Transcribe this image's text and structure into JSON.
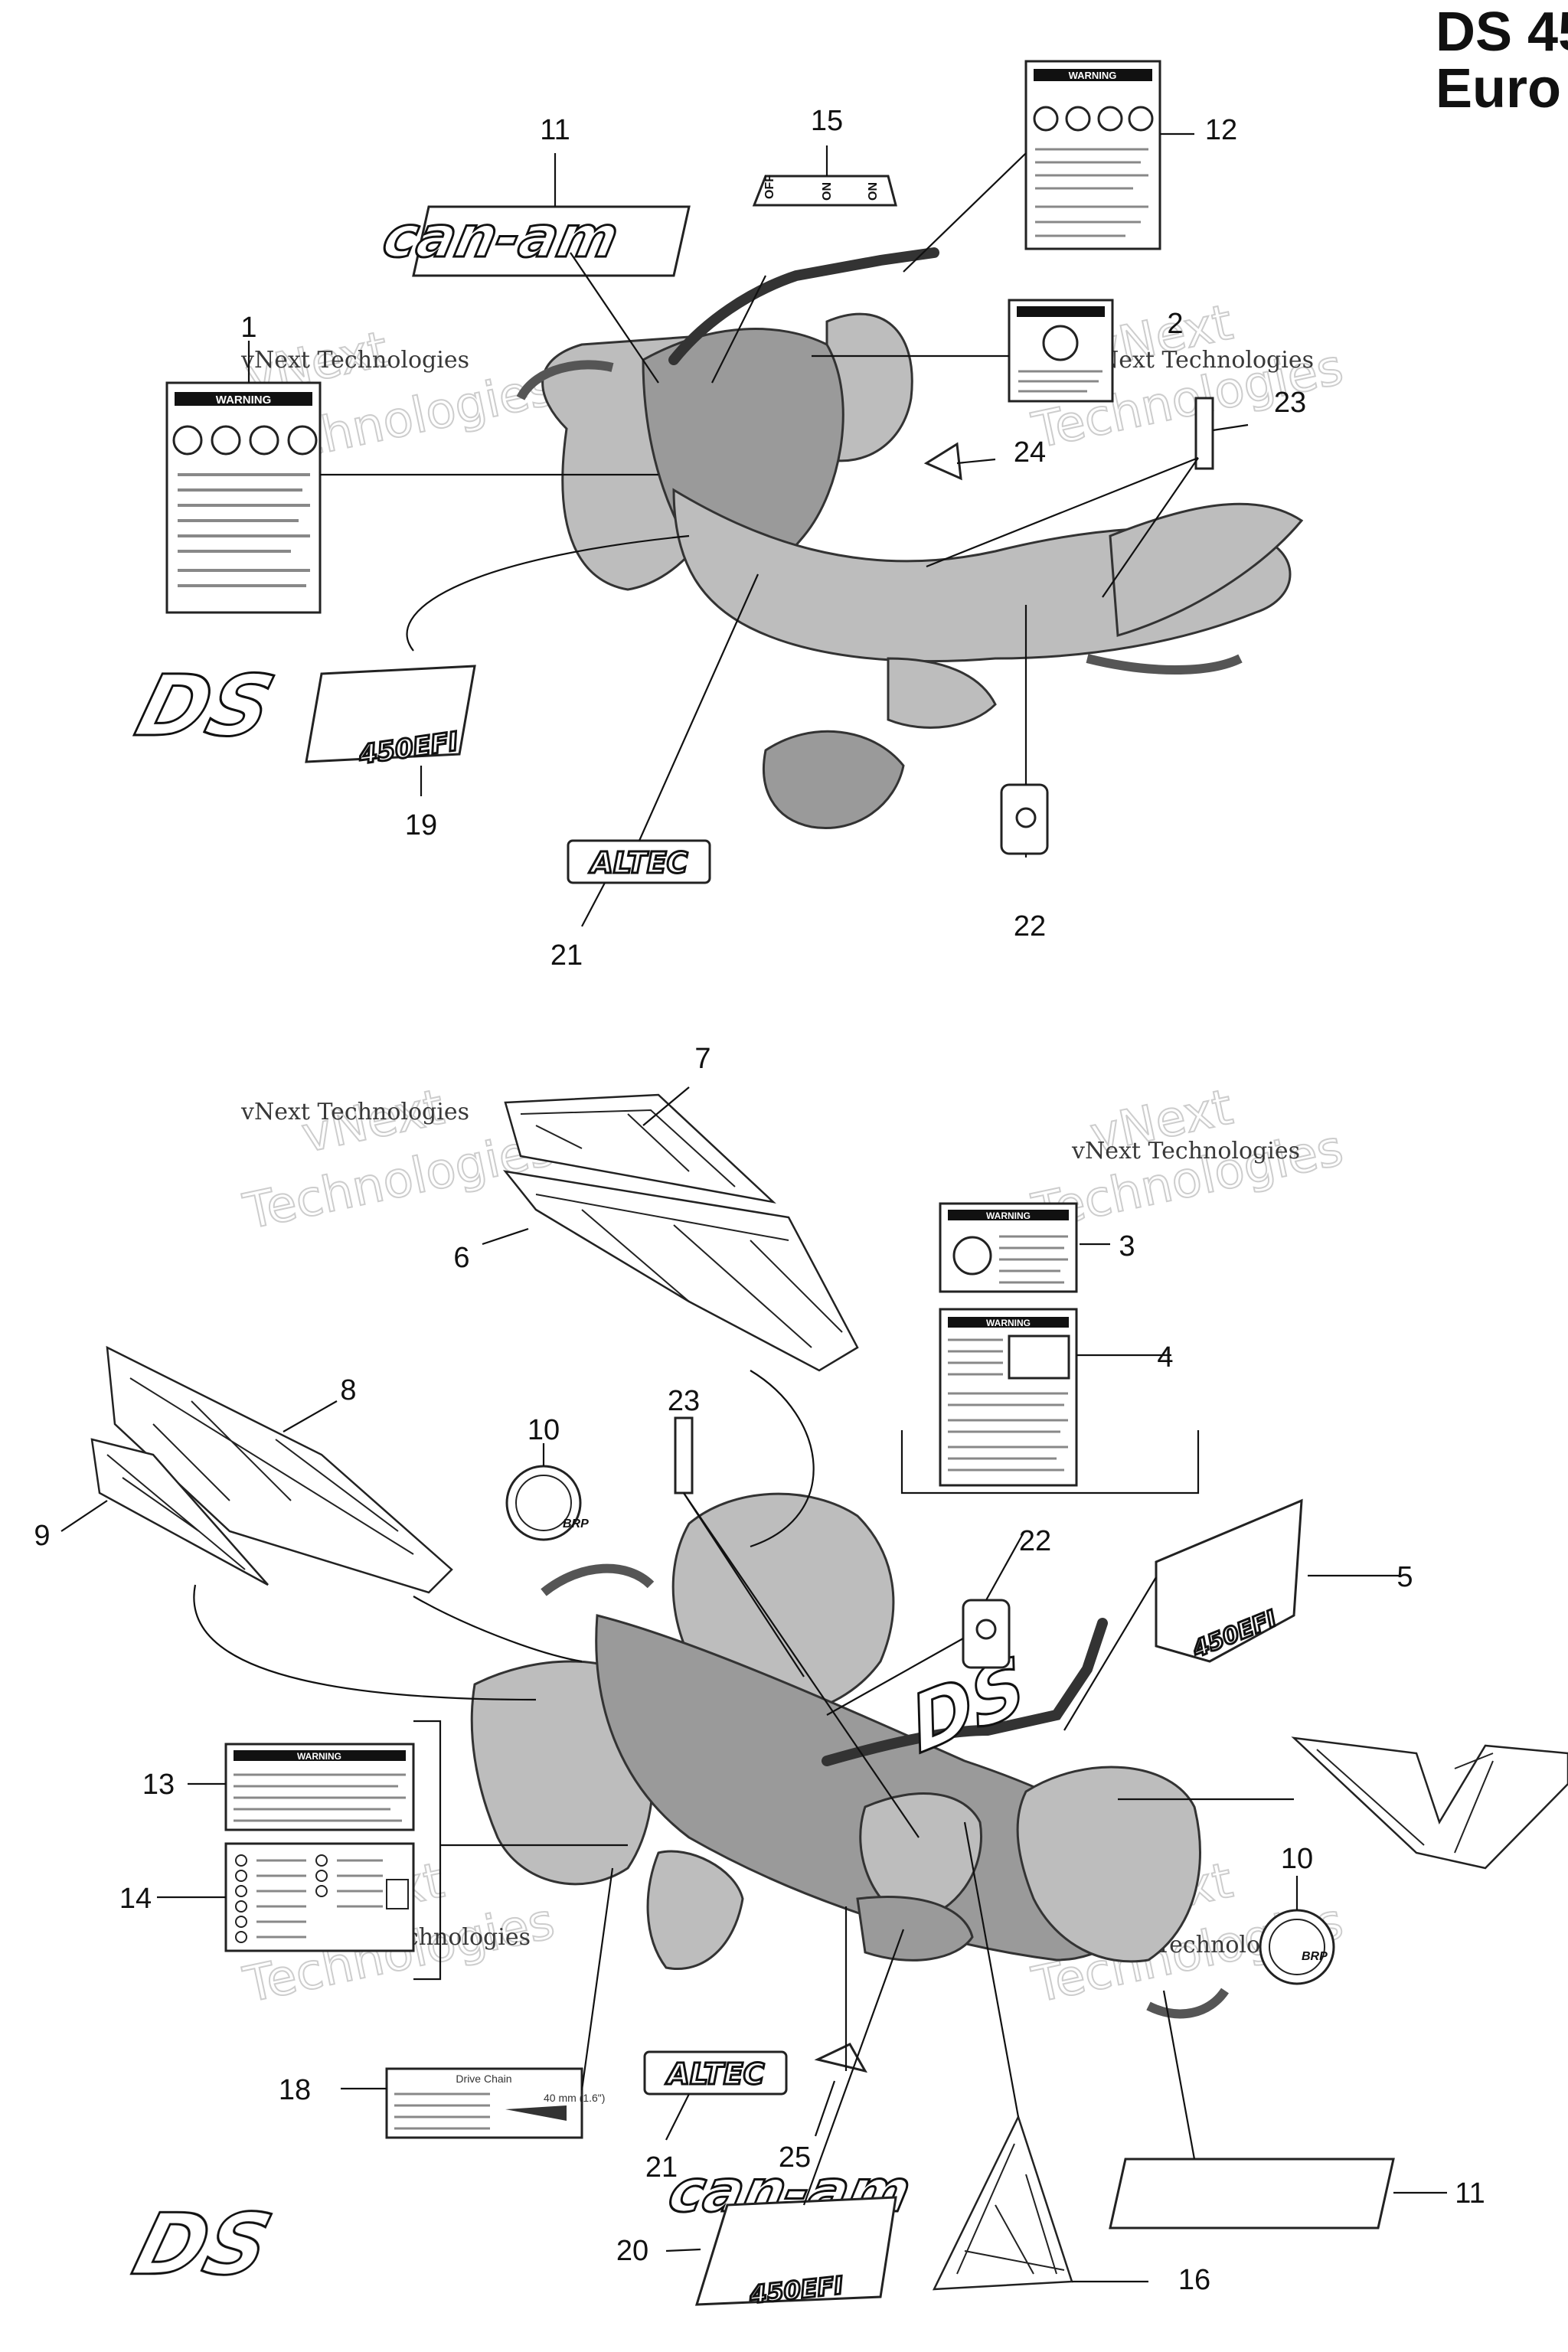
{
  "header": {
    "title_line1": "DS 45",
    "title_line2": "Euro"
  },
  "watermark": {
    "line1": "vNext Technologies",
    "line2_a": "vNext",
    "line2_b": "Technologies"
  },
  "callouts": [
    "1",
    "2",
    "3",
    "4",
    "5",
    "6",
    "7",
    "8",
    "9",
    "10",
    "11",
    "12",
    "13",
    "14",
    "15",
    "16",
    "18",
    "19",
    "20",
    "21",
    "22",
    "23",
    "24",
    "25"
  ],
  "decals": {
    "warning": "WARNING",
    "canam": "can-am",
    "altec": "ALTEC",
    "ds": "DS",
    "ds_sub": "450EFI",
    "brp": "BRP",
    "switch_off": "OFF",
    "switch_on": "ON",
    "drive_chain": "Drive Chain",
    "chain_spec": "40 mm (1.6\")"
  },
  "colors": {
    "line": "#111111",
    "part_fill": "#bdbdbd",
    "background": "#ffffff"
  }
}
